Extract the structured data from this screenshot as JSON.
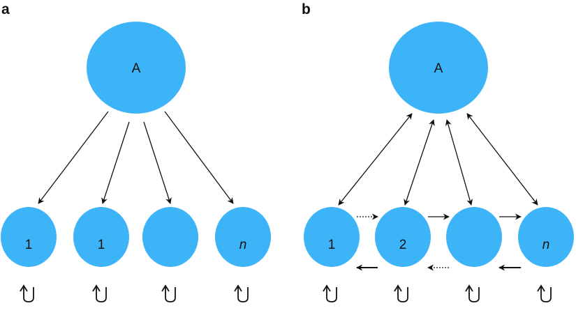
{
  "panels": [
    {
      "id": "a",
      "label": "a",
      "hub": {
        "label": "A"
      },
      "nodes": [
        {
          "label": "1"
        },
        {
          "label": "1"
        },
        {
          "label": ""
        },
        {
          "label": "n",
          "italic": true
        }
      ],
      "hub_edges": "one-way-down",
      "peer_edges": []
    },
    {
      "id": "b",
      "label": "b",
      "hub": {
        "label": "A"
      },
      "nodes": [
        {
          "label": "1"
        },
        {
          "label": "2"
        },
        {
          "label": ""
        },
        {
          "label": "n",
          "italic": true
        }
      ],
      "hub_edges": "two-way",
      "peer_edges": [
        {
          "from": 0,
          "to": 1,
          "style": "dotted",
          "row": "top"
        },
        {
          "from": 1,
          "to": 2,
          "style": "solid",
          "row": "top"
        },
        {
          "from": 2,
          "to": 3,
          "style": "solid",
          "row": "top"
        },
        {
          "from": 3,
          "to": 2,
          "style": "bold",
          "row": "bottom"
        },
        {
          "from": 2,
          "to": 1,
          "style": "dotted",
          "row": "bottom"
        },
        {
          "from": 1,
          "to": 0,
          "style": "bold",
          "row": "bottom"
        }
      ]
    }
  ],
  "colors": {
    "node": "#3db4f7",
    "line": "#111111",
    "background": "#ffffff"
  },
  "self_loop": "clockwise-loop-icon"
}
